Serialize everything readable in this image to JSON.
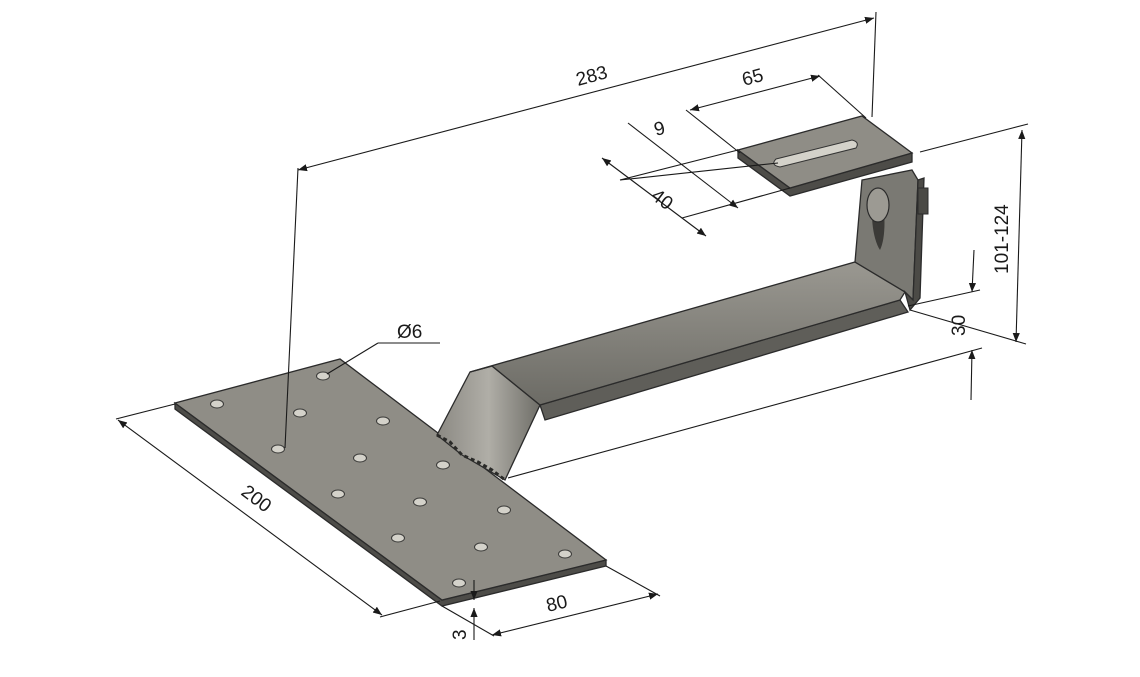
{
  "dimensions": {
    "length_total": "283",
    "hook_width": "65",
    "slot_width": "9",
    "slot_length": "40",
    "height_range": "101-124",
    "offset": "30",
    "hole_diameter": "Ø6",
    "base_length": "200",
    "base_width": "80",
    "thickness": "3"
  },
  "colors": {
    "metal_top": "#8f8d86",
    "metal_side": "#5e5d58",
    "metal_dark": "#4a4945",
    "hole_fill": "#d4d2ca",
    "line": "#1a1a1a"
  }
}
